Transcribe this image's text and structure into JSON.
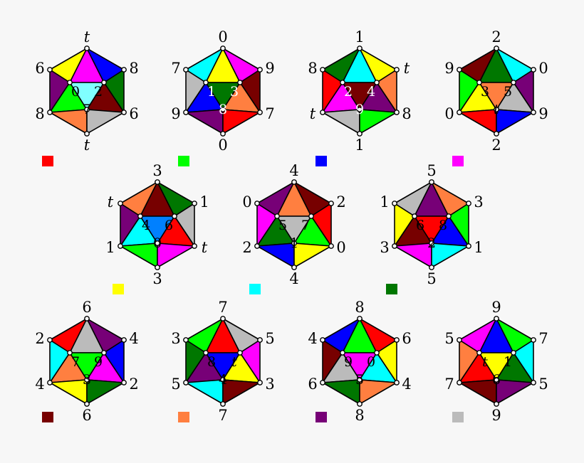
{
  "palette": {
    "red": "#ff0000",
    "lime": "#00ff00",
    "blue": "#0000ff",
    "magenta": "#ff00ff",
    "yellow": "#ffff00",
    "cyan": "#00ffff",
    "green": "#007700",
    "maroon": "#770000",
    "orange": "#ff7f40",
    "purple": "#770077",
    "gray": "#bbbbbb",
    "ltcyan": "#80ffff",
    "azure": "#0080ff",
    "outline": "#000000",
    "vertex": "#ffffff"
  },
  "icosahedra": [
    {
      "name": "t",
      "top": "t",
      "ul": "6",
      "ur": "8",
      "ll": "8",
      "lr": "6",
      "bottom": "t",
      "inner": [
        "0",
        "2",
        "7"
      ],
      "swatch": "red",
      "centerFill": "ltcyan",
      "innerText": "#000000",
      "faces": {
        "tu": "yellow",
        "tc": "magenta",
        "tr": "blue",
        "ul": "purple",
        "ur": "green",
        "bl": "lime",
        "bm": "maroon",
        "bottomL": "orange",
        "bottomR": "gray"
      }
    },
    {
      "name": "0",
      "top": "0",
      "ul": "7",
      "ur": "9",
      "ll": "9",
      "lr": "7",
      "bottom": "0",
      "inner": [
        "1",
        "3",
        "8"
      ],
      "swatch": "lime",
      "centerFill": "green",
      "innerText": "#ffffff",
      "faces": {
        "tu": "cyan",
        "tc": "yellow",
        "tr": "magenta",
        "ul": "gray",
        "ur": "maroon",
        "bl": "blue",
        "bm": "orange",
        "bottomL": "purple",
        "bottomR": "red"
      }
    },
    {
      "name": "1",
      "top": "1",
      "ul": "8",
      "ur": "t",
      "ll": "t",
      "lr": "8",
      "bottom": "1",
      "inner": [
        "2",
        "4",
        "9"
      ],
      "swatch": "blue",
      "centerFill": "maroon",
      "innerText": "#ffffff",
      "faces": {
        "tu": "green",
        "tc": "cyan",
        "tr": "yellow",
        "ul": "red",
        "ur": "orange",
        "bl": "magenta",
        "bm": "purple",
        "bottomL": "gray",
        "bottomR": "lime"
      }
    },
    {
      "name": "2",
      "top": "2",
      "ul": "9",
      "ur": "0",
      "ll": "0",
      "lr": "9",
      "bottom": "2",
      "inner": [
        "3",
        "5",
        "t"
      ],
      "swatch": "magenta",
      "centerFill": "orange",
      "innerText": "#000000",
      "faces": {
        "tu": "maroon",
        "tc": "green",
        "tr": "cyan",
        "ul": "lime",
        "ur": "purple",
        "bl": "yellow",
        "bm": "gray",
        "bottomL": "red",
        "bottomR": "blue"
      }
    },
    {
      "name": "3",
      "top": "3",
      "ul": "t",
      "ur": "1",
      "ll": "1",
      "lr": "t",
      "bottom": "3",
      "inner": [
        "4",
        "6",
        "0"
      ],
      "swatch": "yellow",
      "centerFill": "azure",
      "innerText": "#000000",
      "faces": {
        "tu": "orange",
        "tc": "maroon",
        "tr": "green",
        "ul": "purple",
        "ur": "gray",
        "bl": "cyan",
        "bm": "red",
        "bottomL": "lime",
        "bottomR": "magenta"
      }
    },
    {
      "name": "4",
      "top": "4",
      "ul": "0",
      "ur": "2",
      "ll": "2",
      "lr": "0",
      "bottom": "4",
      "inner": [
        "5",
        "7",
        "1"
      ],
      "swatch": "cyan",
      "centerFill": "gray",
      "innerText": "#000000",
      "faces": {
        "tu": "purple",
        "tc": "orange",
        "tr": "maroon",
        "ul": "magenta",
        "ur": "red",
        "bl": "green",
        "bm": "lime",
        "bottomL": "blue",
        "bottomR": "yellow"
      }
    },
    {
      "name": "5",
      "top": "5",
      "ul": "1",
      "ur": "3",
      "ll": "3",
      "lr": "1",
      "bottom": "5",
      "inner": [
        "6",
        "8",
        "2"
      ],
      "swatch": "green",
      "centerFill": "red",
      "innerText": "#000000",
      "faces": {
        "tu": "gray",
        "tc": "purple",
        "tr": "orange",
        "ul": "yellow",
        "ur": "lime",
        "bl": "maroon",
        "bm": "blue",
        "bottomL": "magenta",
        "bottomR": "cyan"
      }
    },
    {
      "name": "6",
      "top": "6",
      "ul": "2",
      "ur": "4",
      "ll": "4",
      "lr": "2",
      "bottom": "6",
      "inner": [
        "7",
        "9",
        "3"
      ],
      "swatch": "maroon",
      "centerFill": "lime",
      "innerText": "#000000",
      "faces": {
        "tu": "red",
        "tc": "gray",
        "tr": "purple",
        "ul": "cyan",
        "ur": "blue",
        "bl": "orange",
        "bm": "magenta",
        "bottomL": "yellow",
        "bottomR": "green"
      }
    },
    {
      "name": "7",
      "top": "7",
      "ul": "3",
      "ur": "5",
      "ll": "5",
      "lr": "3",
      "bottom": "7",
      "inner": [
        "8",
        "t",
        "4"
      ],
      "swatch": "orange",
      "centerFill": "blue",
      "innerText": "#000000",
      "faces": {
        "tu": "lime",
        "tc": "red",
        "tr": "gray",
        "ul": "green",
        "ur": "magenta",
        "bl": "purple",
        "bm": "yellow",
        "bottomL": "cyan",
        "bottomR": "maroon"
      }
    },
    {
      "name": "8",
      "top": "8",
      "ul": "4",
      "ur": "6",
      "ll": "6",
      "lr": "4",
      "bottom": "8",
      "inner": [
        "9",
        "0",
        "5"
      ],
      "swatch": "purple",
      "centerFill": "magenta",
      "innerText": "#000000",
      "faces": {
        "tu": "blue",
        "tc": "lime",
        "tr": "red",
        "ul": "maroon",
        "ur": "yellow",
        "bl": "gray",
        "bm": "cyan",
        "bottomL": "green",
        "bottomR": "orange"
      }
    },
    {
      "name": "9",
      "top": "9",
      "ul": "5",
      "ur": "7",
      "ll": "7",
      "lr": "5",
      "bottom": "9",
      "inner": [
        "t",
        "1",
        "6"
      ],
      "swatch": "gray",
      "centerFill": "yellow",
      "innerText": "#000000",
      "faces": {
        "tu": "magenta",
        "tc": "blue",
        "tr": "lime",
        "ul": "orange",
        "ur": "cyan",
        "bl": "red",
        "bm": "green",
        "bottomL": "maroon",
        "bottomR": "purple"
      }
    }
  ]
}
